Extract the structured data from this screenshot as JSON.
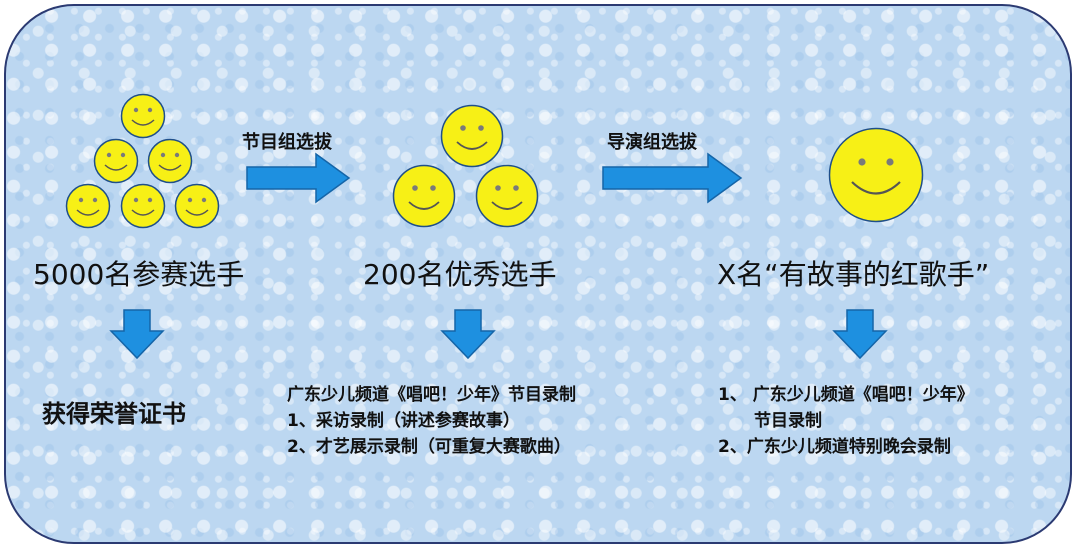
{
  "stages": [
    {
      "count_label": "5000名参赛选手",
      "outcome_lines": [
        "获得荣誉证书"
      ]
    },
    {
      "count_label": "200名优秀选手",
      "outcome_lines": [
        "广东少儿频道《唱吧！少年》节目录制",
        "1、采访录制（讲述参赛故事）",
        "2、才艺展示录制（可重复大赛歌曲）"
      ]
    },
    {
      "count_label": "X名“有故事的红歌手”",
      "outcome_lines": [
        "1、 广东少儿频道《唱吧！少年》",
        "节目录制",
        "2、广东少儿频道特别晚会录制"
      ]
    }
  ],
  "transitions": [
    {
      "label": "节目组选拔"
    },
    {
      "label": "导演组选拔"
    }
  ],
  "colors": {
    "face_fill": "#f7f016",
    "face_stroke": "#1f4f8a",
    "arrow_fill": "#1e90e0",
    "arrow_stroke": "#1565a8",
    "panel_bg": "#bcd7f1",
    "panel_border": "#2b3a72"
  },
  "icons": [
    "smiley-face-icon",
    "right-arrow-icon",
    "down-arrow-icon"
  ]
}
